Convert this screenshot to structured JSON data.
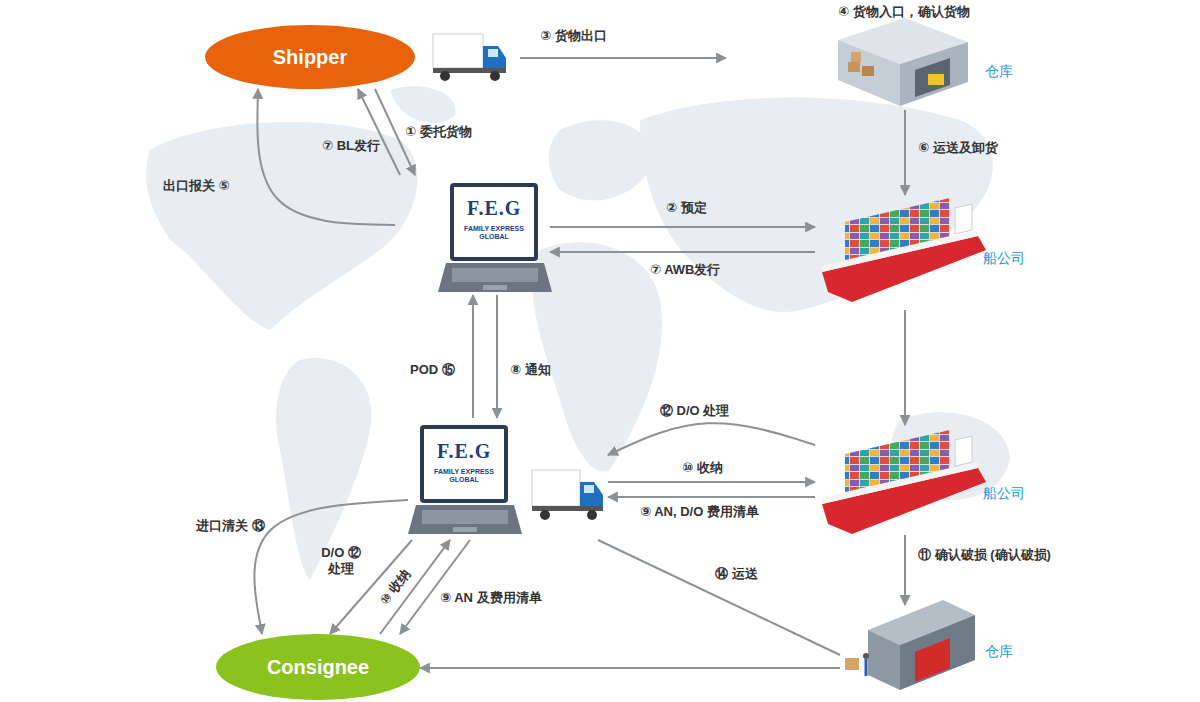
{
  "diagram": {
    "nodes": [
      {
        "text": [
          "Shipper"
        ]
      },
      {
        "text": [
          "仓库"
        ]
      },
      {
        "text": [
          "F.E.G",
          "FAMILY EXPRESS GLOBAL"
        ]
      },
      {
        "text": [
          "船公司"
        ]
      },
      {
        "text": [
          "F.E.G",
          "FAMILY EXPRESS GLOBAL"
        ]
      },
      {
        "text": [
          "船公司"
        ]
      },
      {
        "text": [
          "仓库"
        ]
      },
      {
        "text": [
          "Consignee"
        ]
      }
    ],
    "edges": [
      {
        "from": 0,
        "to": 2,
        "label": "① 委托货物",
        "arrow": "to"
      },
      {
        "from": 2,
        "to": 0,
        "label": "⑦ BL发行",
        "arrow": "to"
      },
      {
        "from": 2,
        "to": 0,
        "label": "出口报关 ⑤",
        "arrow": "to"
      },
      {
        "from": 2,
        "to": 3,
        "label": "② 预定",
        "arrow": "to"
      },
      {
        "from": 3,
        "to": 2,
        "label": "⑦ AWB发行",
        "arrow": "to"
      },
      {
        "from": 1,
        "to": 3,
        "label": "⑥ 运送及卸货",
        "arrow": "to"
      },
      {
        "from": 3,
        "to": 5,
        "arrow": "to"
      },
      {
        "from": 2,
        "to": 4,
        "label": "⑧ 通知",
        "arrow": "to"
      },
      {
        "from": 4,
        "to": 2,
        "label": "POD ⑮",
        "arrow": "to"
      },
      {
        "from": 5,
        "to": 4,
        "label": "⑫ D/O 处理",
        "arrow": "to"
      },
      {
        "from": 4,
        "to": 5,
        "label": "⑩ 收纳",
        "arrow": "to"
      },
      {
        "from": 5,
        "to": 4,
        "label": "⑨ AN, D/O 费用清单",
        "arrow": "to"
      },
      {
        "from": 5,
        "to": 6,
        "label": "⑪ 确认破损 (确认破损)",
        "arrow": "to"
      },
      {
        "from": 4,
        "to": 7,
        "label": "进口清关 ⑬",
        "arrow": "to"
      },
      {
        "from": 4,
        "to": 7,
        "label": "D/O ⑫ 处理",
        "arrow": "to"
      },
      {
        "from": 7,
        "to": 4,
        "label": "⑩ 收纳",
        "arrow": "to"
      },
      {
        "from": 4,
        "to": 7,
        "label": "⑨ AN 及费用清单",
        "arrow": "to"
      },
      {
        "from": 4,
        "to": 6,
        "label": "⑭ 运送",
        "arrow": "none"
      },
      {
        "from": 6,
        "to": 7,
        "arrow": "to"
      }
    ],
    "labels": [
      "③ 货物出口",
      "④ 货物入口，确认货物"
    ]
  }
}
